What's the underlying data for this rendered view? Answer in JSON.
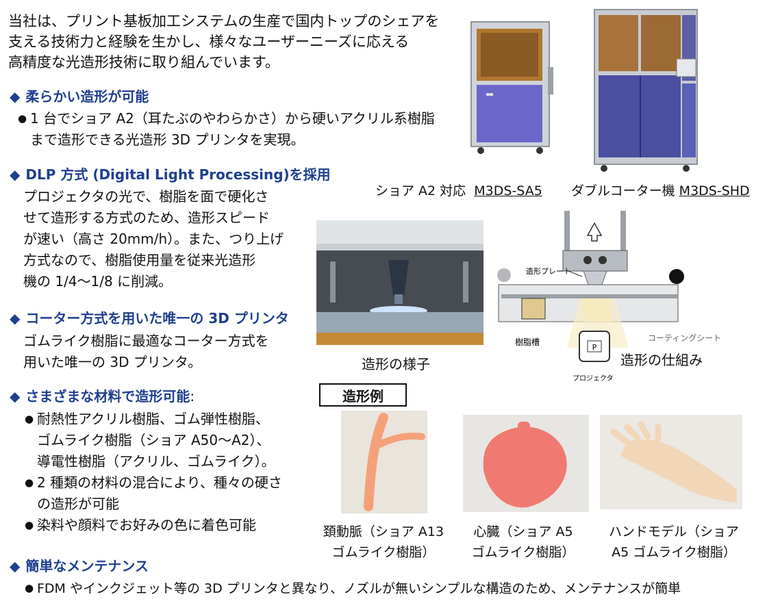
{
  "intro": {
    "lines": [
      "当社は、プリント基板加工システムの生産で国内トップのシェアを",
      "支える技術力と経験を生かし、様々なユーザーニーズに応える",
      "高精度な光造形技術に取り組んでいます。"
    ]
  },
  "sections": {
    "soft": {
      "diamond": "◆",
      "title": "柔らかい造形が可能",
      "lines": [
        "1 台でショア A2（耳たぶのやわらかさ）から硬いアクリル系樹脂",
        "まで造形できる光造形 3D プリンタを実現。"
      ]
    },
    "dlp": {
      "diamond": "◆",
      "title": "DLP 方式 (Digital Light Processing)を採用",
      "lines": [
        "プロジェクタの光で、樹脂を面で硬化さ",
        "せて造形する方式のため、造形スピード",
        "が速い（高さ 20mm/h）。また、つり上げ",
        "方式なので、樹脂使用量を従来光造形",
        "機の 1/4～1/8 に削減。"
      ]
    },
    "coater": {
      "diamond": "◆",
      "title": "コーター方式を用いた唯一の 3D プリンタ",
      "lines": [
        "ゴムライク樹脂に最適なコーター方式を",
        "用いた唯一の 3D プリンタ。"
      ]
    },
    "materials": {
      "diamond": "◆",
      "title": "さまざまな材料で造形可能",
      "suffix": ":",
      "lines": [
        "耐熱性アクリル樹脂、ゴム弾性樹脂、",
        "ゴムライク樹脂（ショア A50～A2）、",
        "導電性樹脂（アクリル、ゴムライク）。",
        "2 種類の材料の混合により、種々の硬さ",
        "の造形が可能",
        "染料や顔料でお好みの色に着色可能"
      ]
    },
    "maintenance": {
      "diamond": "◆",
      "title": "簡単なメンテナンス",
      "line": "FDM やインクジェット等の 3D プリンタと異なり、ノズルが無いシンプルな構造のため、メンテナンスが簡単"
    }
  },
  "bullet": "●",
  "machines": {
    "left_label": "ショア A2 対応",
    "left_model": "M3DS-SA5",
    "right_label": "ダブルコーター機",
    "right_model": "M3DS-SHD"
  },
  "process": {
    "photo_caption": "造形の様子",
    "diagram_caption": "造形の仕組み",
    "plate_label": "造形プレート",
    "tank_label": "樹脂槽",
    "sheet_label": "コーティングシート",
    "projector_label": "プロジェクタ",
    "projector_letter": "P"
  },
  "examples": {
    "label": "造形例",
    "items": [
      {
        "line1": "頚動脈（ショア A13",
        "line2": "ゴムライク樹脂）"
      },
      {
        "line1": "心臓（ショア A5",
        "line2": "ゴムライク樹脂）"
      },
      {
        "line1": "ハンドモデル（ショア",
        "line2": "A5 ゴムライク樹脂）"
      }
    ]
  }
}
